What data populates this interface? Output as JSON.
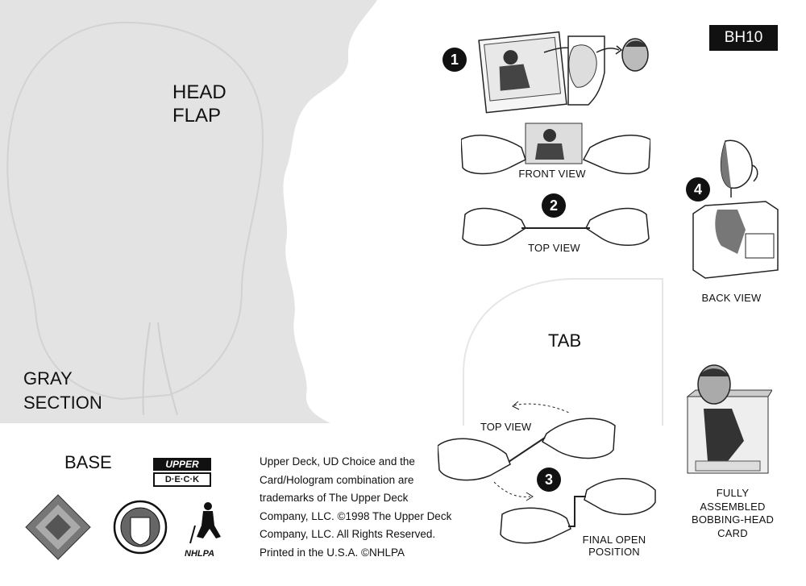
{
  "card_code": "BH10",
  "left_panel": {
    "head_flap_line1": "HEAD",
    "head_flap_line2": "FLAP",
    "gray_section_line1": "GRAY",
    "gray_section_line2": "SECTION"
  },
  "steps": {
    "step1_number": "1",
    "step2_number": "2",
    "step3_number": "3",
    "step4_number": "4",
    "front_view": "FRONT VIEW",
    "top_view": "TOP VIEW",
    "top_view_step3": "TOP VIEW",
    "back_view": "BACK VIEW",
    "final_open_line1": "FINAL OPEN",
    "final_open_line2": "POSITION",
    "tab_label": "TAB",
    "assembled_line1": "FULLY",
    "assembled_line2": "ASSEMBLED",
    "assembled_line3": "BOBBING-HEAD",
    "assembled_line4": "CARD"
  },
  "bottom": {
    "base_label": "BASE",
    "upper_deck_line1": "UPPER",
    "upper_deck_line2": "D·E·C·K",
    "nhlpa_label": "NHLPA",
    "legal_lines": [
      "Upper Deck, UD Choice and the",
      "Card/Hologram combination are",
      "trademarks of The Upper Deck",
      "Company, LLC. ©1998 The Upper Deck",
      "Company, LLC. All Rights Reserved.",
      "Printed in the U.S.A. ©NHLPA"
    ]
  },
  "colors": {
    "gray_section": "#e3e3e3",
    "ink": "#111111",
    "card_white": "#ffffff"
  }
}
